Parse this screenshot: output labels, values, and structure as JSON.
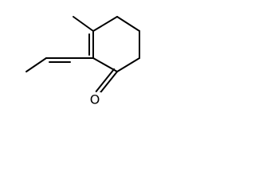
{
  "structure": {
    "atoms": [
      {
        "id": "C1",
        "element": "C"
      },
      {
        "id": "C2",
        "element": "C"
      },
      {
        "id": "C3",
        "element": "C"
      },
      {
        "id": "C4",
        "element": "C"
      },
      {
        "id": "C5",
        "element": "C"
      },
      {
        "id": "C6",
        "element": "C"
      },
      {
        "id": "C_methyl",
        "element": "C"
      },
      {
        "id": "O",
        "element": "O",
        "label": "O"
      },
      {
        "id": "Ca",
        "element": "C"
      },
      {
        "id": "Cb",
        "element": "C"
      },
      {
        "id": "Cc",
        "element": "C"
      }
    ],
    "bonds": [
      {
        "from": "C1",
        "to": "C2",
        "order": 2
      },
      {
        "from": "C2",
        "to": "C3",
        "order": 1
      },
      {
        "from": "C3",
        "to": "C4",
        "order": 1
      },
      {
        "from": "C4",
        "to": "C5",
        "order": 1
      },
      {
        "from": "C5",
        "to": "C6",
        "order": 1
      },
      {
        "from": "C6",
        "to": "C1",
        "order": 1
      },
      {
        "from": "C2",
        "to": "C_methyl",
        "order": 1
      },
      {
        "from": "C6",
        "to": "O",
        "order": 2
      },
      {
        "from": "C1",
        "to": "Ca",
        "order": 1
      },
      {
        "from": "Ca",
        "to": "Cb",
        "order": 2
      },
      {
        "from": "Cb",
        "to": "Cc",
        "order": 1
      }
    ]
  }
}
